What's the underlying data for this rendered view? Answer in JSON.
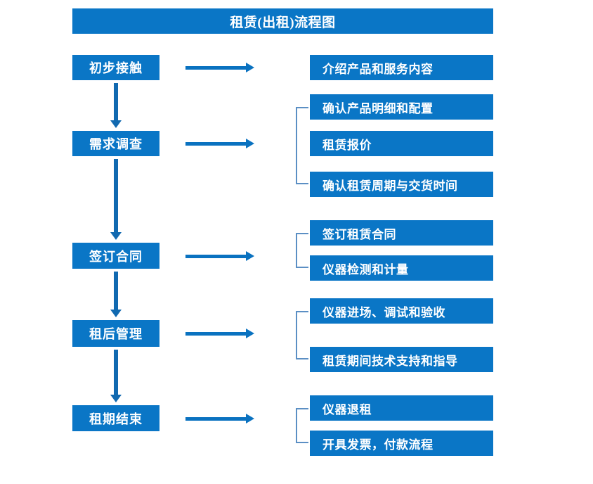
{
  "diagram": {
    "title": "租赁(出租)流程图",
    "accent_color": "#0a76c6",
    "arrow_color": "#0a72c0",
    "bracket_color": "#5b8fc4",
    "stages": [
      {
        "label": "初步接触"
      },
      {
        "label": "需求调查"
      },
      {
        "label": "签订合同"
      },
      {
        "label": "租后管理"
      },
      {
        "label": "租期结束"
      }
    ],
    "details": [
      {
        "label": "介绍产品和服务内容"
      },
      {
        "label": "确认产品明细和配置"
      },
      {
        "label": "租赁报价"
      },
      {
        "label": "确认租赁周期与交货时间"
      },
      {
        "label": "签订租赁合同"
      },
      {
        "label": "仪器检测和计量"
      },
      {
        "label": "仪器进场、调试和验收"
      },
      {
        "label": "租赁期间技术支持和指导"
      },
      {
        "label": "仪器退租"
      },
      {
        "label": "开具发票，付款流程"
      }
    ]
  }
}
